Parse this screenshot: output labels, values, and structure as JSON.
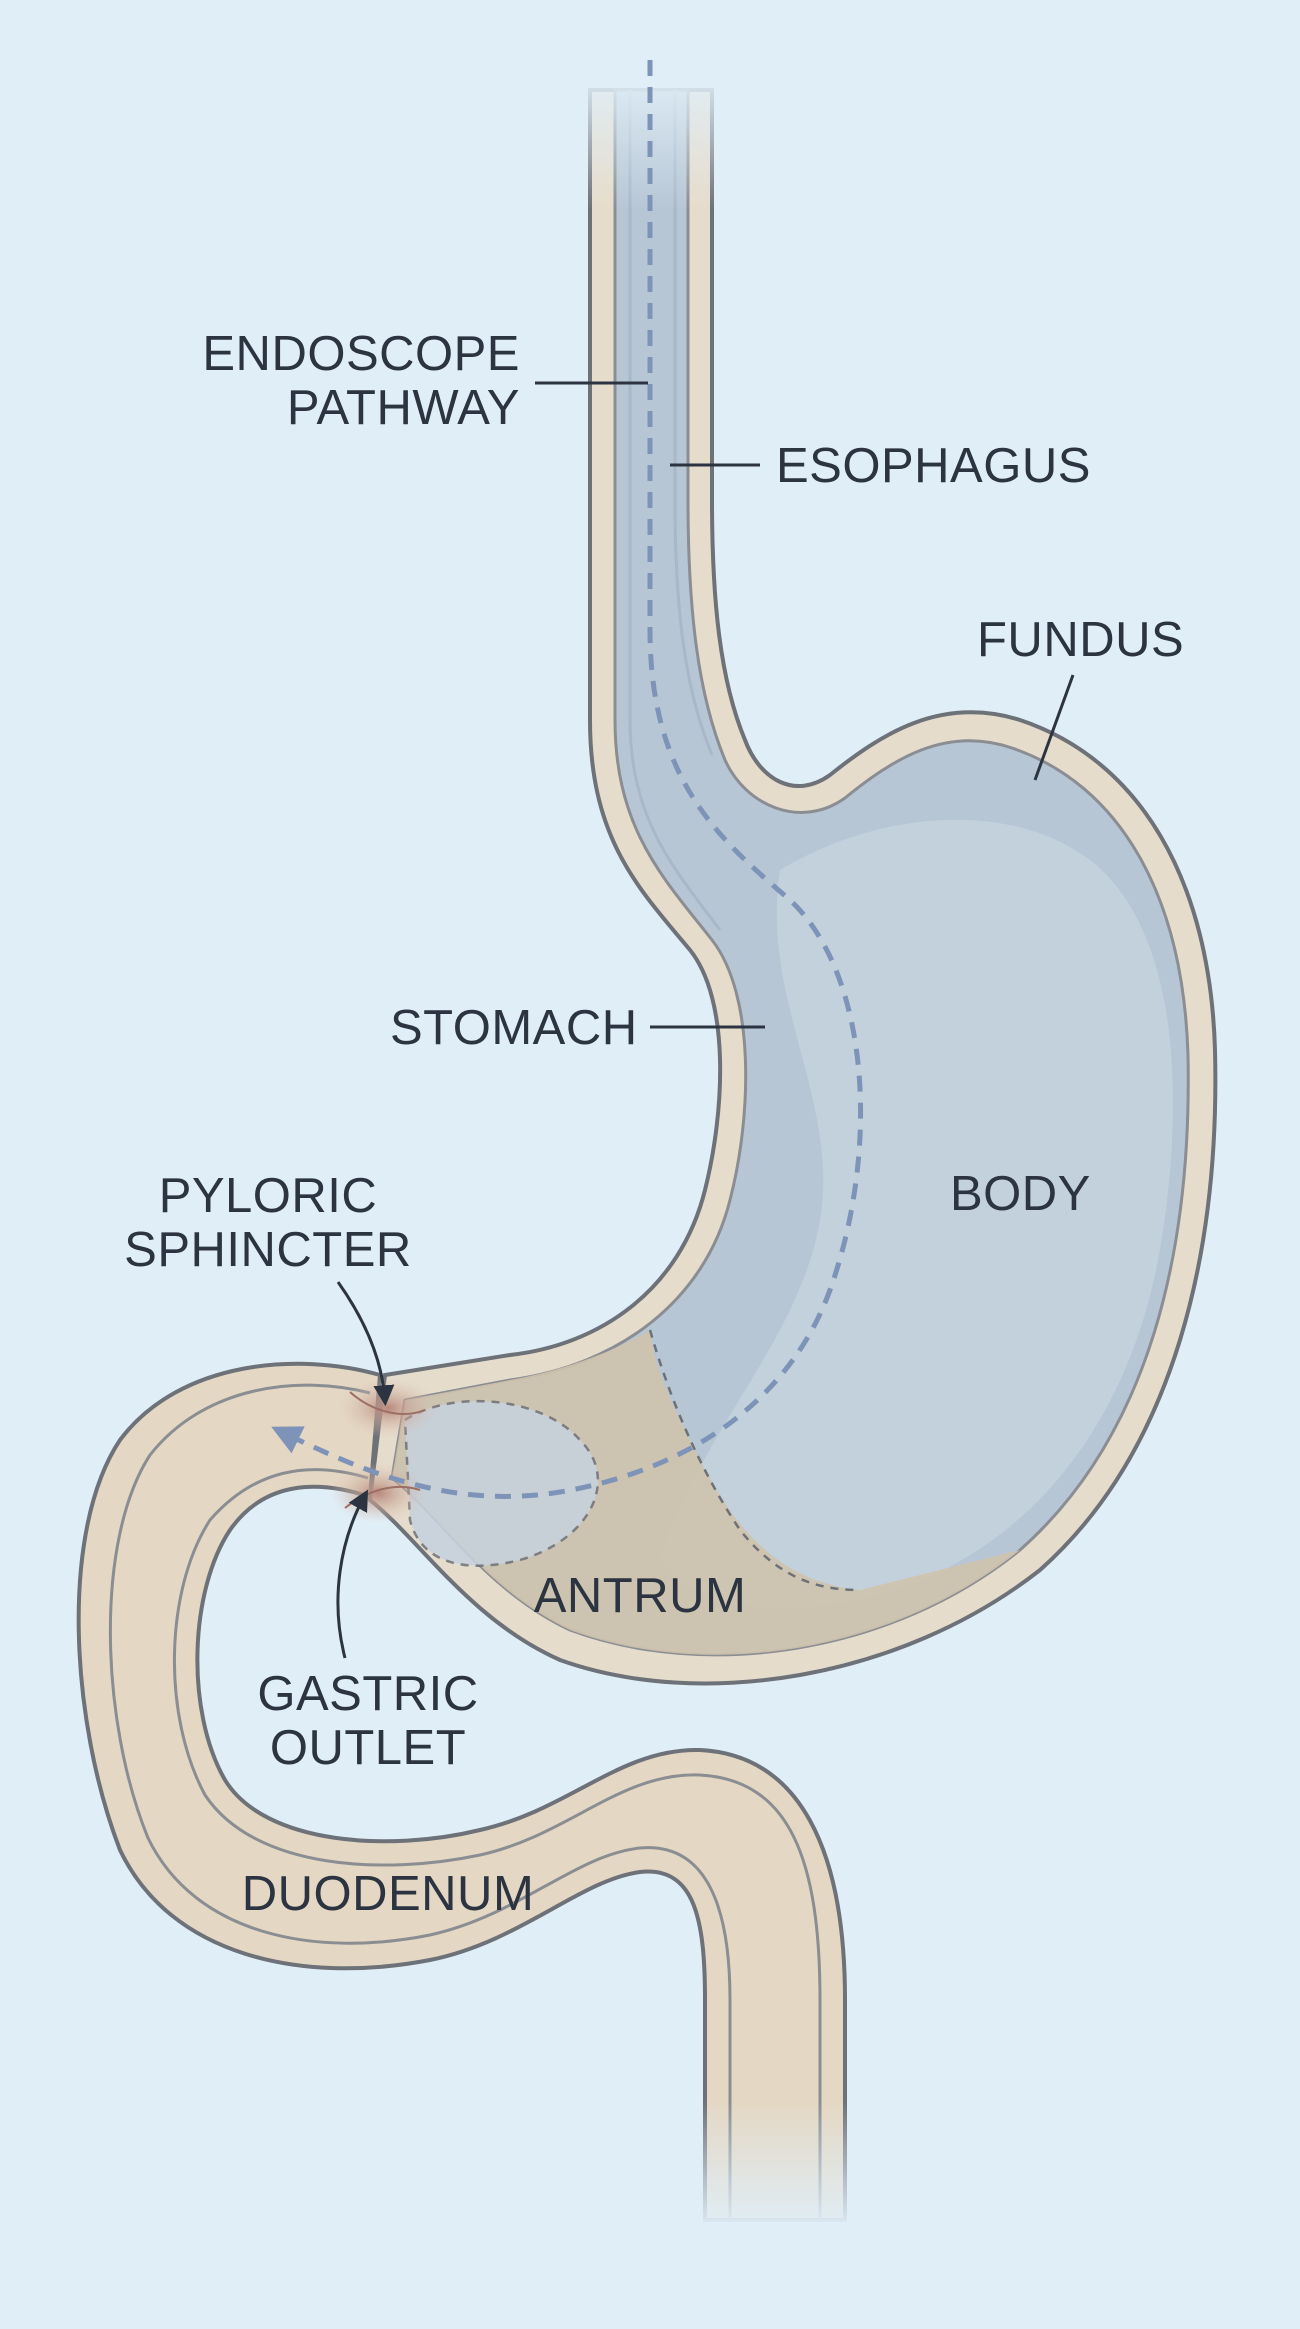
{
  "labels": {
    "endoscope_pathway_line1": "ENDOSCOPE",
    "endoscope_pathway_line2": "PATHWAY",
    "esophagus": "ESOPHAGUS",
    "fundus": "FUNDUS",
    "stomach": "STOMACH",
    "body": "BODY",
    "pyloric_sphincter_line1": "PYLORIC",
    "pyloric_sphincter_line2": "SPHINCTER",
    "antrum": "ANTRUM",
    "gastric_outlet_line1": "GASTRIC",
    "gastric_outlet_line2": "OUTLET",
    "duodenum": "DUODENUM"
  },
  "colors": {
    "background": "#e0eef7",
    "wall_tan": "#e6dccb",
    "wall_outline": "#6d7178",
    "stomach_interior": "#b7c6d5",
    "stomach_interior_light": "#c6d2de",
    "antrum_tan": "#cfc2ad",
    "duodenum_tan": "#e4d7c3",
    "pathway_dash": "#7d94b8",
    "sphincter": "#c9a79c",
    "text": "#2b3440"
  }
}
